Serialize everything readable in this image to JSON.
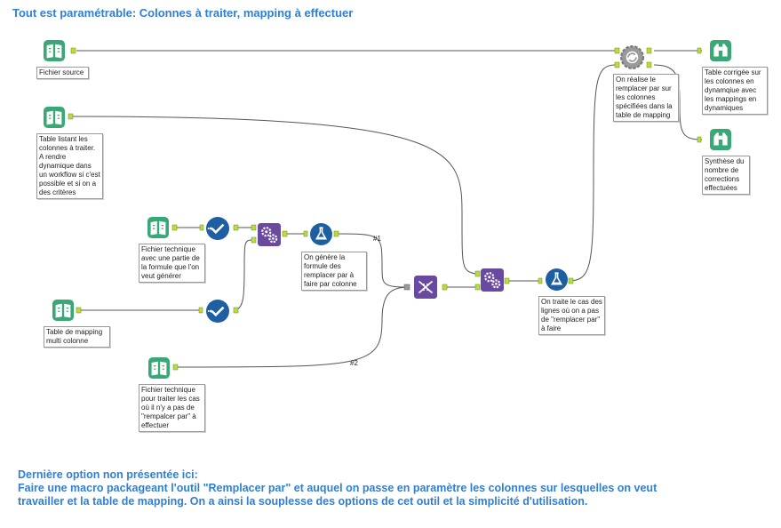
{
  "title": "Tout est paramétrable: Colonnes à traiter, mapping à effectuer",
  "colors": {
    "accent": "#2f7fd6",
    "input_green": "#3aa876",
    "join_purple": "#6a4aa0",
    "formula_blue": "#1e5fa3",
    "macro_gray": "#9a9a9a",
    "connector": "#555555"
  },
  "nodes": [
    {
      "id": "source",
      "icon": "book-icon",
      "label": "Fichier source"
    },
    {
      "id": "cols",
      "icon": "book-icon",
      "label": "Table listant les colonnes à traiter.\nA rendre dynamique dans un workflow si c'est possible et si on a des critères"
    },
    {
      "id": "tech1",
      "icon": "book-icon",
      "label": "Fichier technique avec une partie de la formule que l'on veut générer"
    },
    {
      "id": "mapping",
      "icon": "book-icon",
      "label": "Table de mapping multi colonne"
    },
    {
      "id": "tech2",
      "icon": "book-icon",
      "label": "Fichier technique pour traiter les cas où il n'y a pas de \"rempalcer par\" à effectuer"
    },
    {
      "id": "select1",
      "icon": "check-icon",
      "label": ""
    },
    {
      "id": "select2",
      "icon": "check-icon",
      "label": ""
    },
    {
      "id": "join1",
      "icon": "gears-icon",
      "label": ""
    },
    {
      "id": "formula1",
      "icon": "flask-icon",
      "label": "On génère la formule des remplacer par à faire par colonne"
    },
    {
      "id": "union",
      "icon": "dna-icon",
      "label": ""
    },
    {
      "id": "join2",
      "icon": "gears-icon",
      "label": ""
    },
    {
      "id": "formula2",
      "icon": "flask-icon",
      "label": "On traite le cas des lignes où on a pas de \"remplacer par\" à faire"
    },
    {
      "id": "macro",
      "icon": "cog-macro-icon",
      "label": "On réalise le remplacer par sur les colonnes spécifiées dans la table de mapping"
    },
    {
      "id": "browse1",
      "icon": "binoculars-icon",
      "label": "Table corrigée sur les colonnes en dynamqiue avec les mappings en dynamiques"
    },
    {
      "id": "browse2",
      "icon": "binoculars-icon",
      "label": "Synthèse du nombre de corrections effectuées"
    }
  ],
  "wire_labels": {
    "w1": "#1",
    "w2": "#2"
  },
  "note": {
    "line1": "Dernière option non présentée ici:",
    "line2": "Faire une macro packageant l'outil \"Remplacer par\" et auquel on passe en paramètre les colonnes sur lesquelles on veut",
    "line3": "travailler et la table de mapping. On a ainsi la souplesse des options de cet outil et la simplicité d'utilisation."
  }
}
